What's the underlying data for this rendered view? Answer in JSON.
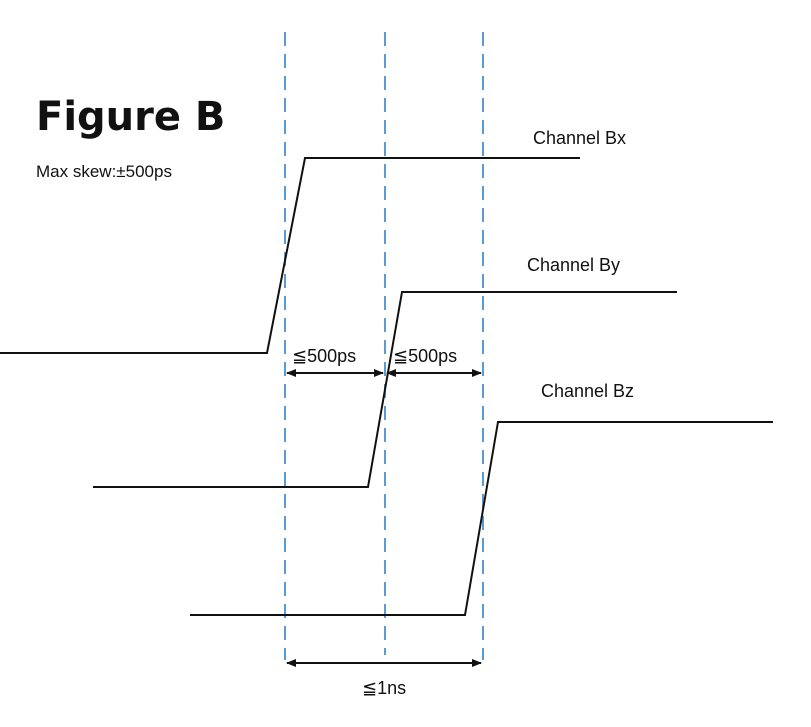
{
  "figure": {
    "title": "Figure B",
    "subtitle": "Max skew:±500ps"
  },
  "channels": [
    {
      "name": "Channel Bx"
    },
    {
      "name": "Channel By"
    },
    {
      "name": "Channel Bz"
    }
  ],
  "measurements": {
    "skew_left": "≦500ps",
    "skew_right": "≦500ps",
    "total": "≦1ns"
  },
  "colors": {
    "signal": "#111111",
    "guide": "#5b9bd5",
    "text": "#111111"
  }
}
